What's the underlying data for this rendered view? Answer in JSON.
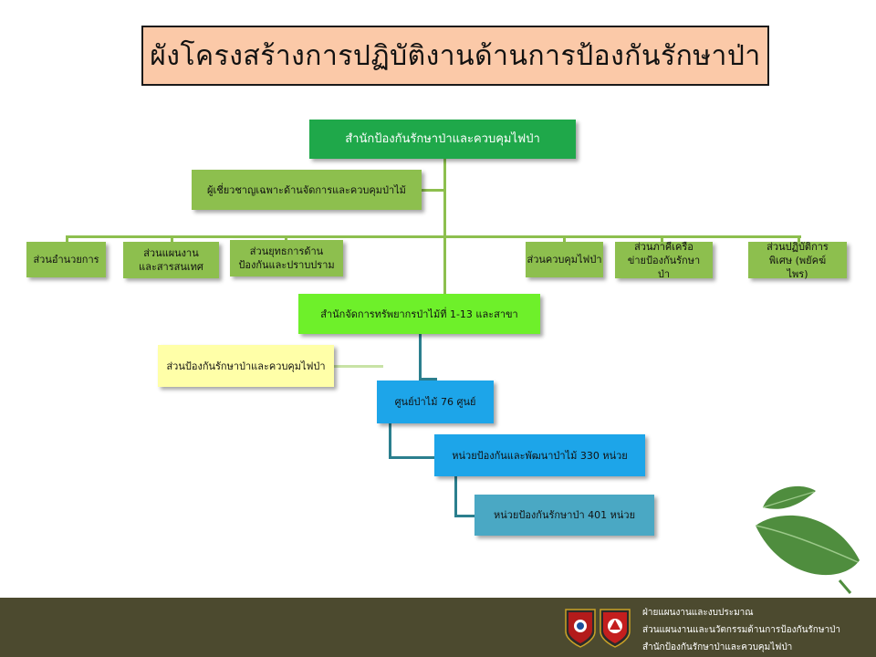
{
  "title": "ผังโครงสร้างการปฏิบัติงานด้านการป้องกันรักษาป่า",
  "org": {
    "head": "สำนักป้องกันรักษาป่าและควบคุมไฟป่า",
    "advisor": "ผู้เชี่ยวชาญเฉพาะด้านจัดการและควบคุมป่าไม้",
    "divisions": [
      "ส่วนอำนวยการ",
      "ส่วนแผนงานและสารสนเทศ",
      "ส่วนยุทธการด้านป้องกันและปราบปราม",
      "ส่วนควบคุมไฟป่า",
      "ส่วนภาคีเครือข่ายป้องกันรักษาป่า",
      "ส่วนปฏิบัติการพิเศษ (พยัคฆ์ไพร)"
    ],
    "regional_office": "สำนักจัดการทรัพยากรป่าไม้ที่ 1-13 และสาขา",
    "regional_section": "ส่วนป้องกันรักษาป่าและควบคุมไฟป่า",
    "centers": "ศูนย์ป่าไม้ 76 ศูนย์",
    "dev_units": "หน่วยป้องกันและพัฒนาป่าไม้ 330 หน่วย",
    "protect_units": "หน่วยป้องกันรักษาป่า 401 หน่วย"
  },
  "footer": {
    "line1": "ฝ่ายแผนงานและงบประมาณ",
    "line2": "ส่วนแผนงานและนวัตกรรมด้านการป้องกันรักษาป่า",
    "line3": "สำนักป้องกันรักษาป่าและควบคุมไฟป่า"
  },
  "colors": {
    "title_bg": "#fbc9a8",
    "head_green": "#1fa84a",
    "division_green": "#8dbf4e",
    "regional_green": "#6ef02a",
    "section_yellow": "#ffffa8",
    "center_blue": "#1da5e9",
    "unit_teal": "#4aa8c4",
    "footer_olive": "#4c4a2f",
    "connector_green": "#8dbf4e",
    "connector_teal": "#2b7f8e"
  }
}
